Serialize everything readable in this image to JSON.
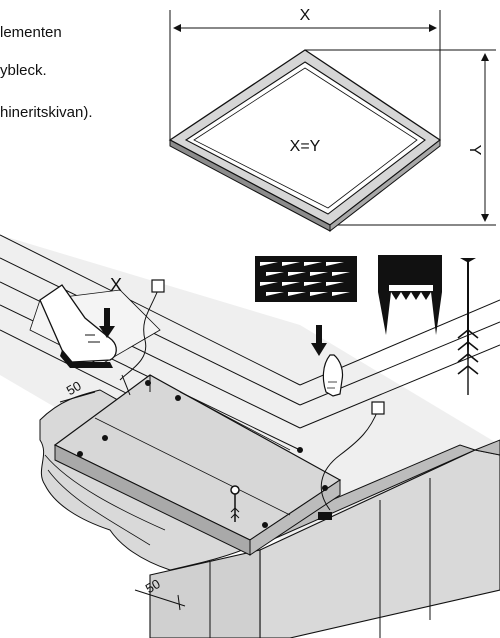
{
  "text_lines": [
    "lementen",
    "ybleck.",
    "hineritskivan)."
  ],
  "labels": {
    "top_dimension": "X",
    "side_dimension": "Y",
    "center": "X=Y",
    "roof_dimension": "X",
    "offset_1": "50",
    "offset_2": "50"
  },
  "colors": {
    "line": "#111111",
    "fill_light": "#e6e6e6",
    "fill_mid": "#cfcfcf",
    "fill_dark": "#8c8c8c",
    "background": "#ffffff"
  },
  "icons": [
    "foot-pressing-icon",
    "hand-pressing-icon",
    "nail-plate-icon",
    "comb-icon",
    "nail-icon",
    "arrow-down-icon"
  ]
}
